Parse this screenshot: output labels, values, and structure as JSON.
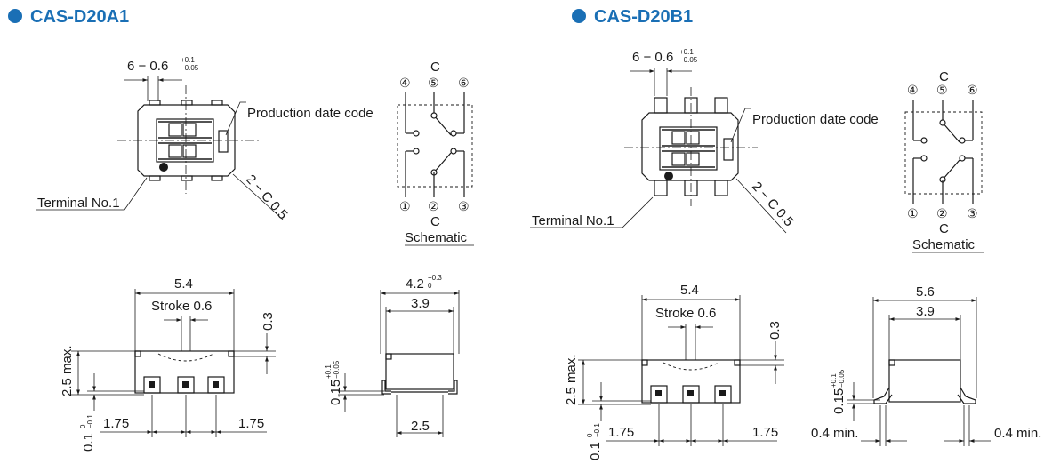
{
  "colors": {
    "accent": "#1a6fb5",
    "ink": "#1a1a1a"
  },
  "panels": [
    {
      "title": "CAS-D20A1",
      "top": {
        "pitch": "6 − 0.6",
        "pitch_tol_upper": "+0.1",
        "pitch_tol_lower": "−0.05",
        "date_code": "Production date code",
        "terminal": "Terminal No.1",
        "chamfer": "2 − C 0.5"
      },
      "schematic": {
        "t4": "④",
        "t5": "⑤",
        "t6": "⑥",
        "t1": "①",
        "t2": "②",
        "t3": "③",
        "c_top": "C",
        "c_bottom": "C",
        "label": "Schematic"
      },
      "front": {
        "width": "5.4",
        "stroke": "Stroke 0.6",
        "gap": "0.3",
        "height": "2.5 max.",
        "base": "0.1",
        "base_tol_upper": "0",
        "base_tol_lower": "−0.1",
        "left_pitch": "1.75",
        "right_pitch": "1.75"
      },
      "side": {
        "overall": "4.2",
        "overall_tol_upper": "+0.3",
        "overall_tol_lower": "0",
        "body": "3.9",
        "thick": "0.15",
        "thick_tol_upper": "+0.1",
        "thick_tol_lower": "−0.05",
        "span": "2.5"
      }
    },
    {
      "title": "CAS-D20B1",
      "top": {
        "pitch": "6 − 0.6",
        "pitch_tol_upper": "+0.1",
        "pitch_tol_lower": "−0.05",
        "date_code": "Production date code",
        "terminal": "Terminal No.1",
        "chamfer": "2 − C 0.5"
      },
      "schematic": {
        "t4": "④",
        "t5": "⑤",
        "t6": "⑥",
        "t1": "①",
        "t2": "②",
        "t3": "③",
        "c_top": "C",
        "c_bottom": "C",
        "label": "Schematic"
      },
      "front": {
        "width": "5.4",
        "stroke": "Stroke 0.6",
        "gap": "0.3",
        "height": "2.5 max.",
        "base": "0.1",
        "base_tol_upper": "0",
        "base_tol_lower": "−0.1",
        "left_pitch": "1.75",
        "right_pitch": "1.75"
      },
      "side": {
        "overall": "5.6",
        "body": "3.9",
        "thick": "0.15",
        "thick_tol_upper": "+0.1",
        "thick_tol_lower": "−0.05",
        "left_min": "0.4 min.",
        "right_min": "0.4 min."
      }
    }
  ]
}
